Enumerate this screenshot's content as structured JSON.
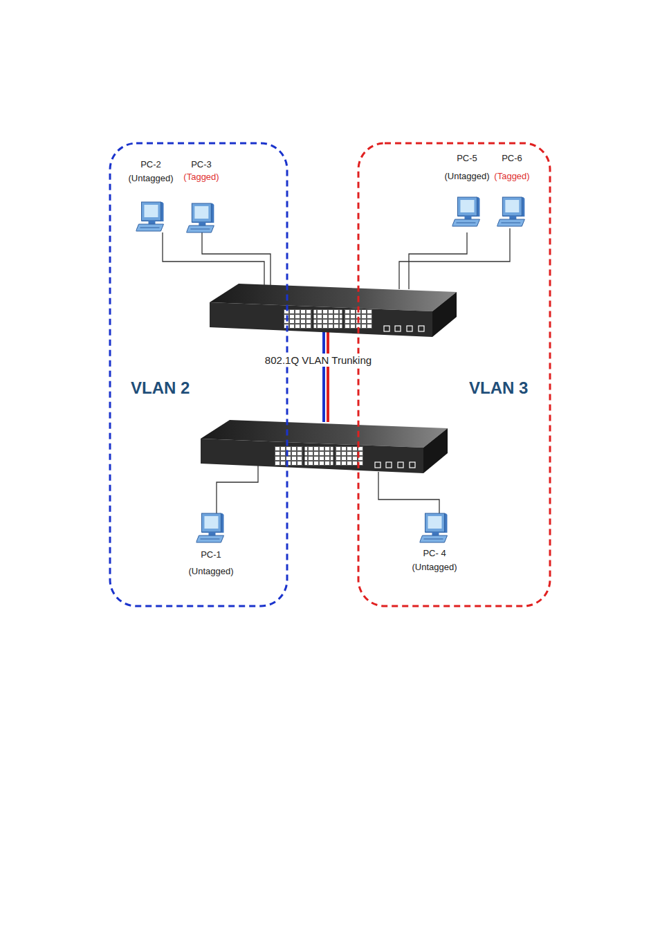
{
  "diagram": {
    "nodes": [
      {
        "text": [
          "VLAN 2"
        ]
      },
      {
        "text": [
          "PC-2",
          "(Untagged)"
        ],
        "in": 0
      },
      {
        "text": [
          "PC-3",
          "(Tagged)"
        ],
        "in": 0
      },
      {
        "text": [
          "PC-1",
          "(Untagged)"
        ],
        "in": 0
      },
      {
        "text": [
          "VLAN 3"
        ]
      },
      {
        "text": [
          "PC-5",
          "(Untagged)"
        ],
        "in": 4
      },
      {
        "text": [
          "PC-6",
          "(Tagged)"
        ],
        "in": 4
      },
      {
        "text": [
          "PC- 4",
          "(Untagged)"
        ],
        "in": 4
      }
    ],
    "labels": [
      "802.1Q VLAN Trunking"
    ]
  }
}
